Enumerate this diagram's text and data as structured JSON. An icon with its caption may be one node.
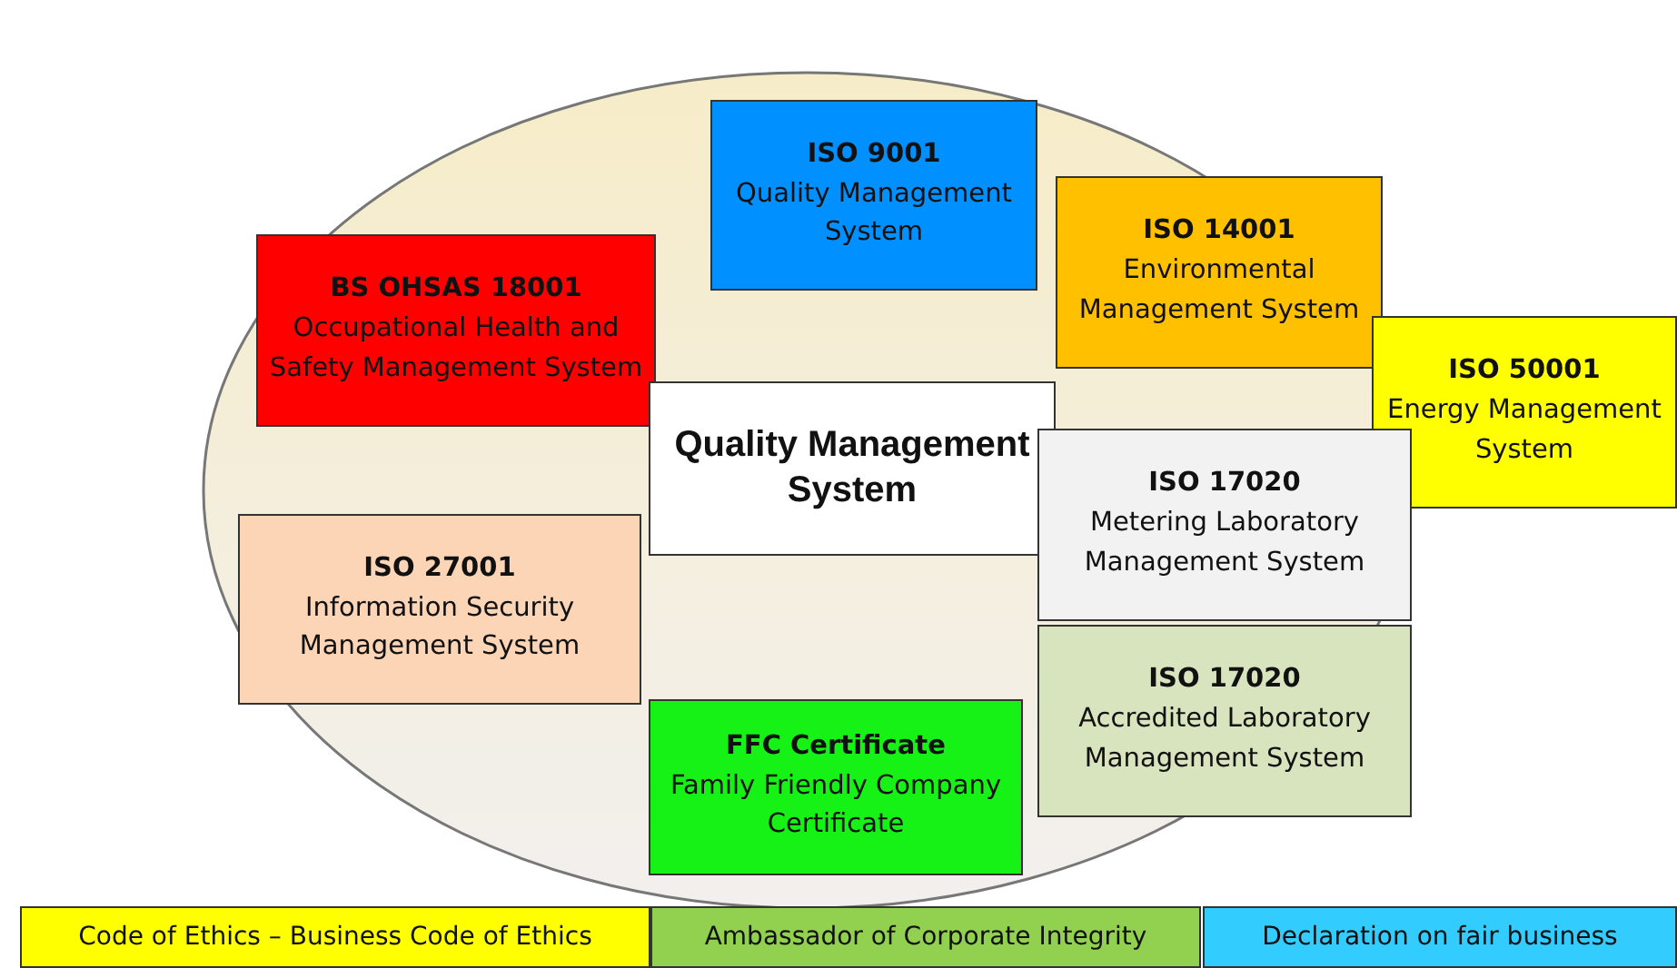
{
  "diagram": {
    "nodes": [
      {
        "text": [
          "ISO 9001",
          "Quality Management System"
        ]
      },
      {
        "text": [
          "ISO 14001",
          "Environmental Management System"
        ]
      },
      {
        "text": [
          "BS OHSAS 18001",
          "Occupational Health and Safety Management System"
        ]
      },
      {
        "text": [
          "ISO 50001",
          "Energy Management System"
        ]
      },
      {
        "text": [
          "Quality Management System"
        ]
      },
      {
        "text": [
          "ISO 17020",
          "Metering Laboratory Management System"
        ]
      },
      {
        "text": [
          "ISO 27001",
          "Information Security Management System"
        ]
      },
      {
        "text": [
          "ISO 17020",
          "Accredited Laboratory Management System"
        ]
      },
      {
        "text": [
          "FFC Certificate",
          "Family Friendly Company Certificate"
        ]
      },
      {
        "text": [
          "Code of Ethics – Business Code of Ethics"
        ]
      },
      {
        "text": [
          "Ambassador of Corporate Integrity"
        ]
      },
      {
        "text": [
          "Declaration on fair business"
        ]
      }
    ],
    "edges": []
  }
}
